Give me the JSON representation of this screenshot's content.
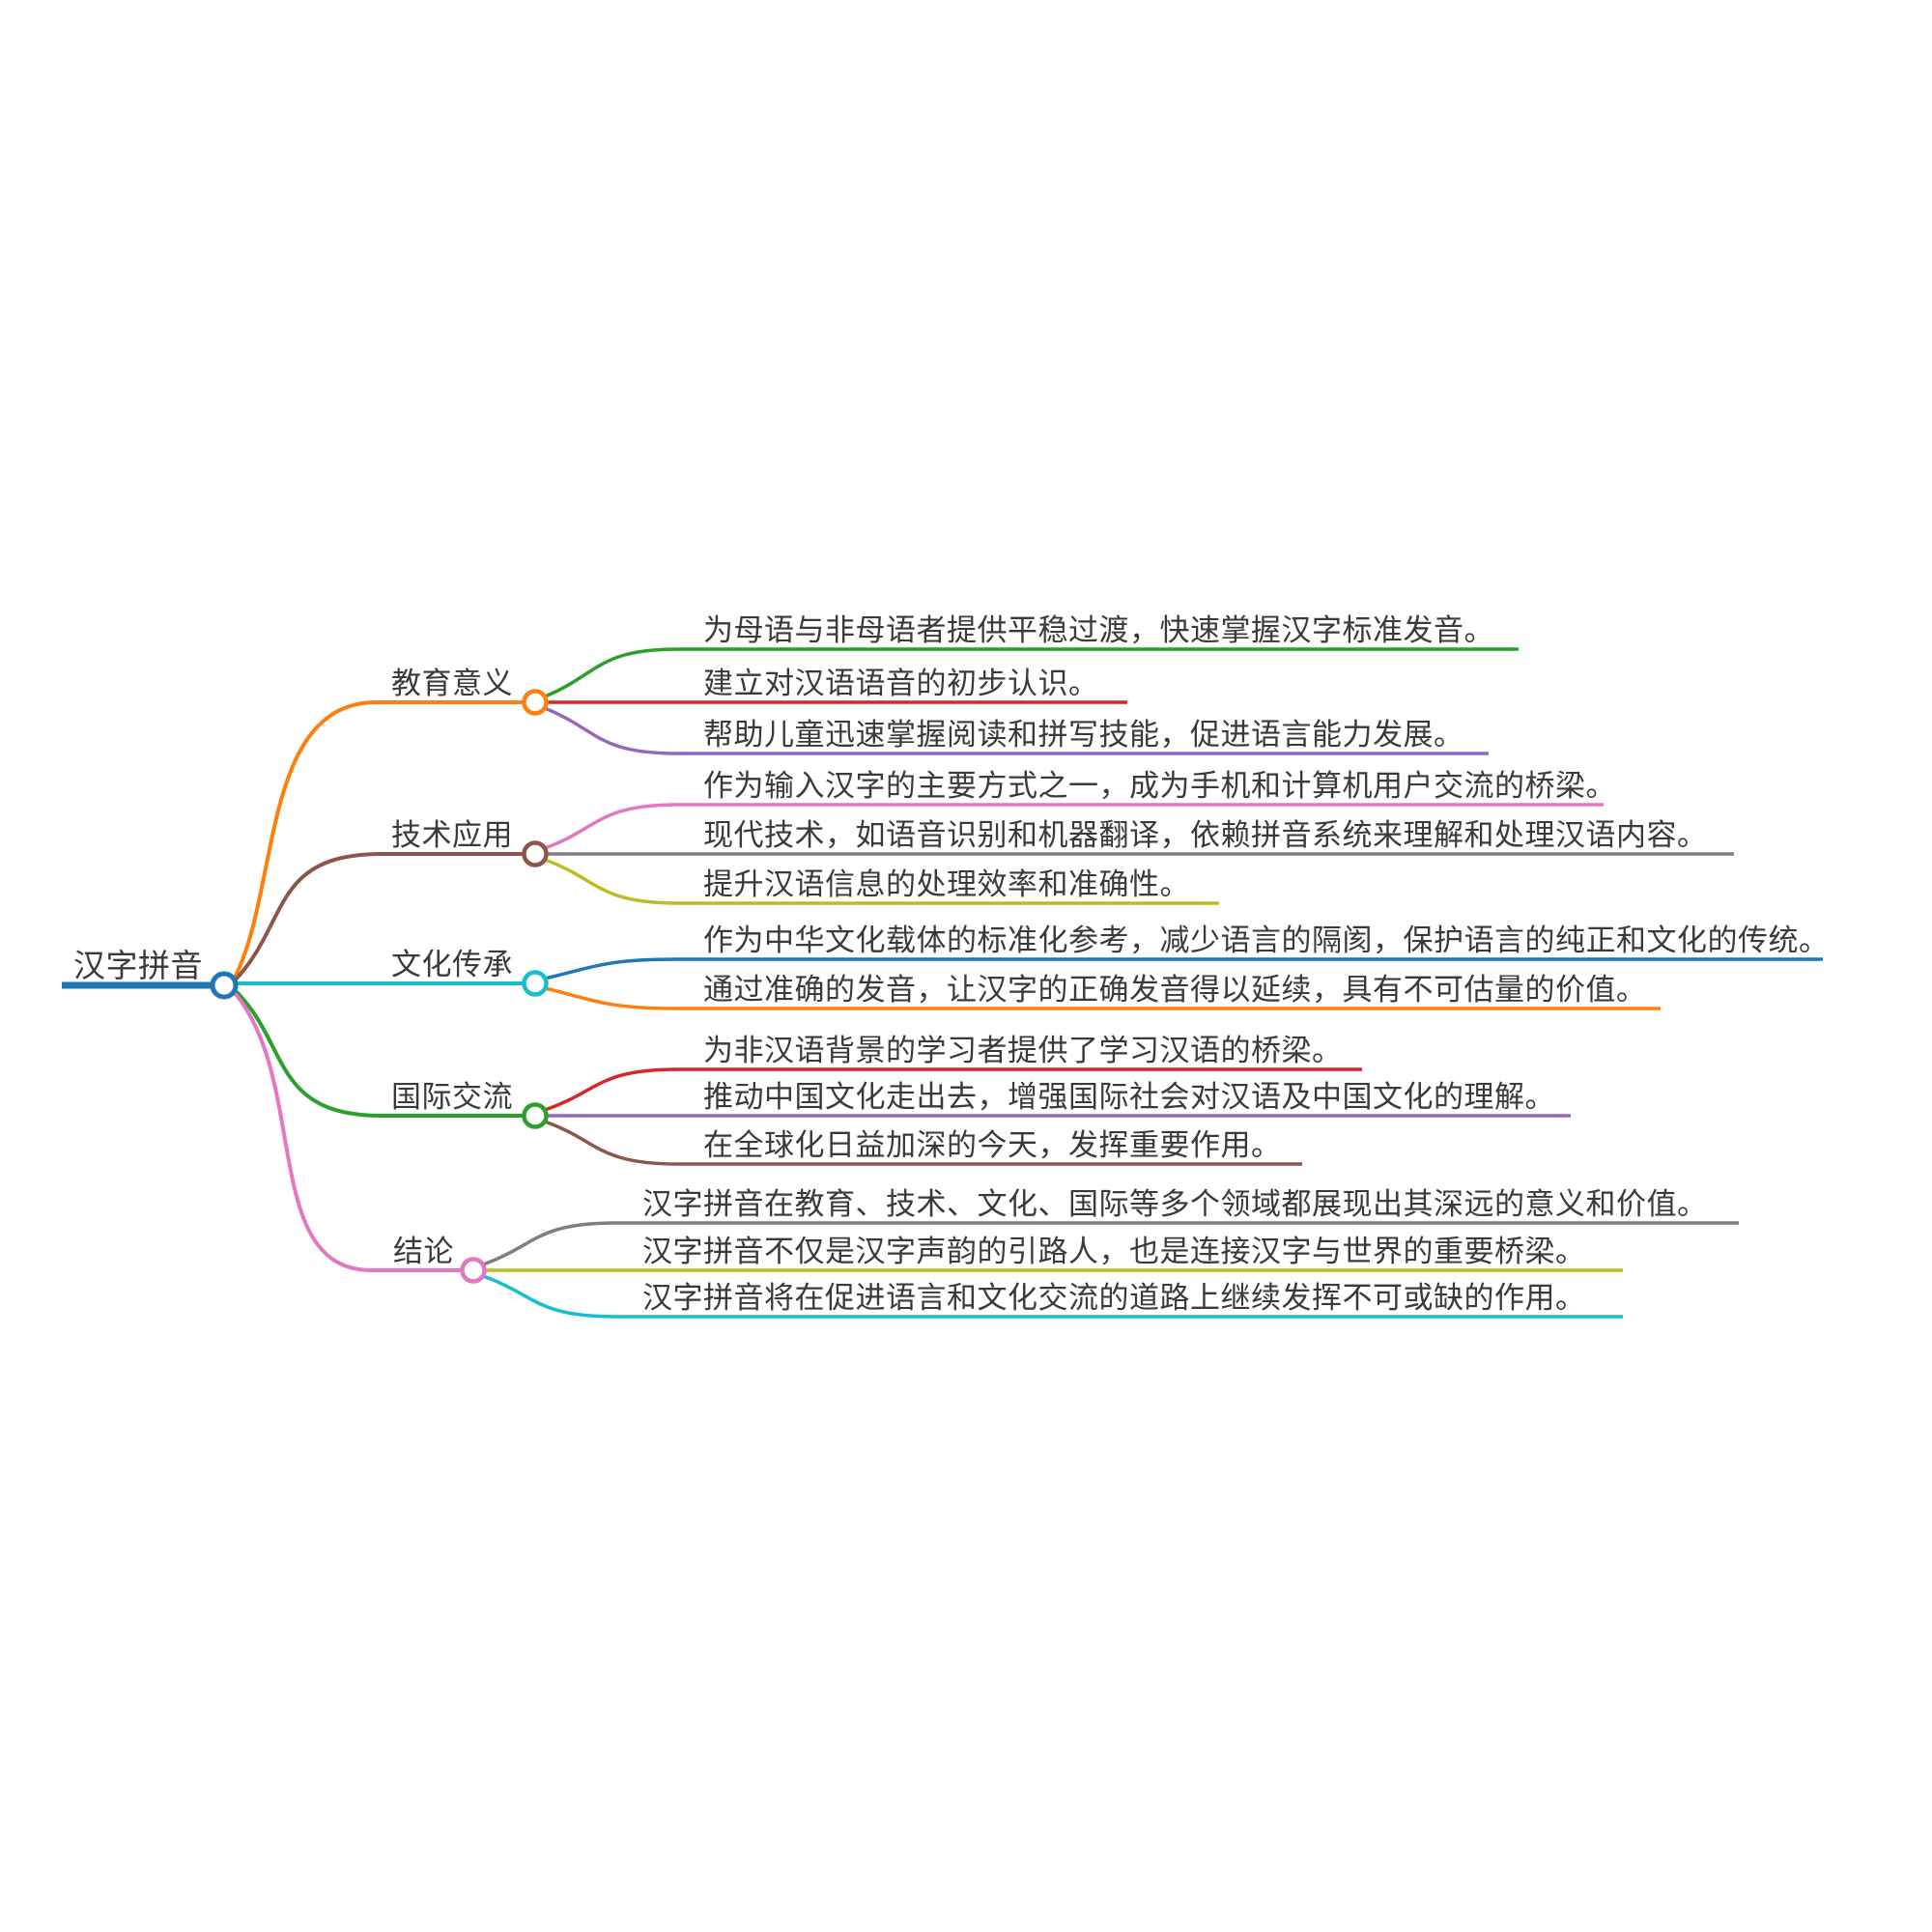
{
  "root": {
    "label": "汉字拼音",
    "color": "#1f77b4"
  },
  "branches": [
    {
      "label": "教育意义",
      "color": "#ff7f0e",
      "children": [
        {
          "text": "为母语与非母语者提供平稳过渡，快速掌握汉字标准发音。",
          "color": "#2ca02c"
        },
        {
          "text": "建立对汉语语音的初步认识。",
          "color": "#d62728"
        },
        {
          "text": "帮助儿童迅速掌握阅读和拼写技能，促进语言能力发展。",
          "color": "#9467bd"
        }
      ]
    },
    {
      "label": "技术应用",
      "color": "#8c564b",
      "children": [
        {
          "text": "作为输入汉字的主要方式之一，成为手机和计算机用户交流的桥梁。",
          "color": "#e377c2"
        },
        {
          "text": "现代技术，如语音识别和机器翻译，依赖拼音系统来理解和处理汉语内容。",
          "color": "#7f7f7f"
        },
        {
          "text": "提升汉语信息的处理效率和准确性。",
          "color": "#bcbd22"
        }
      ]
    },
    {
      "label": "文化传承",
      "color": "#17becf",
      "children": [
        {
          "text": "作为中华文化载体的标准化参考，减少语言的隔阂，保护语言的纯正和文化的传统。",
          "color": "#1f77b4"
        },
        {
          "text": "通过准确的发音，让汉字的正确发音得以延续，具有不可估量的价值。",
          "color": "#ff7f0e"
        }
      ]
    },
    {
      "label": "国际交流",
      "color": "#2ca02c",
      "children": [
        {
          "text": "为非汉语背景的学习者提供了学习汉语的桥梁。",
          "color": "#d62728"
        },
        {
          "text": "推动中国文化走出去，增强国际社会对汉语及中国文化的理解。",
          "color": "#9467bd"
        },
        {
          "text": "在全球化日益加深的今天，发挥重要作用。",
          "color": "#8c564b"
        }
      ]
    },
    {
      "label": "结论",
      "color": "#e377c2",
      "children": [
        {
          "text": "汉字拼音在教育、技术、文化、国际等多个领域都展现出其深远的意义和价值。",
          "color": "#7f7f7f"
        },
        {
          "text": "汉字拼音不仅是汉字声韵的引路人，也是连接汉字与世界的重要桥梁。",
          "color": "#bcbd22"
        },
        {
          "text": "汉字拼音将在促进语言和文化交流的道路上继续发挥不可或缺的作用。",
          "color": "#17becf"
        }
      ]
    }
  ]
}
